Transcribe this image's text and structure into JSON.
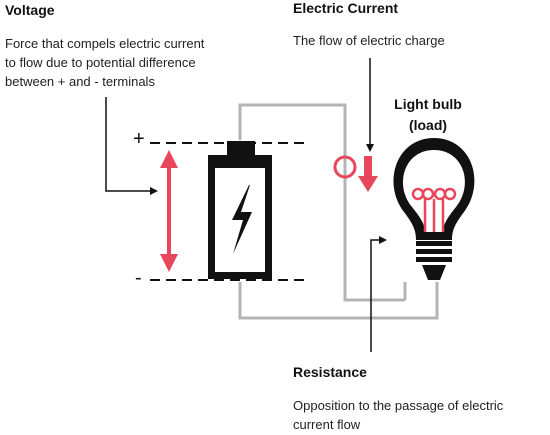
{
  "voltage": {
    "title": "Voltage",
    "description_lines": [
      "Force that compels electric current",
      "to flow due to potential difference",
      "between + and - terminals"
    ]
  },
  "current": {
    "title": "Electric Current",
    "description": "The flow of electric charge"
  },
  "bulb": {
    "title_lines": [
      "Light bulb",
      "(load)"
    ]
  },
  "resistance": {
    "title": "Resistance",
    "description_lines": [
      "Opposition to the passage of electric",
      "current flow"
    ]
  },
  "terminals": {
    "positive": "+",
    "negative": "-"
  },
  "icons": [
    "battery-icon",
    "lightning-bolt-icon",
    "light-bulb-icon",
    "voltage-arrow-icon",
    "current-arrow-icon",
    "current-ring-icon"
  ],
  "colors": {
    "accent": "#e8465a",
    "wire": "#b4b4b4",
    "ink": "#111111"
  }
}
